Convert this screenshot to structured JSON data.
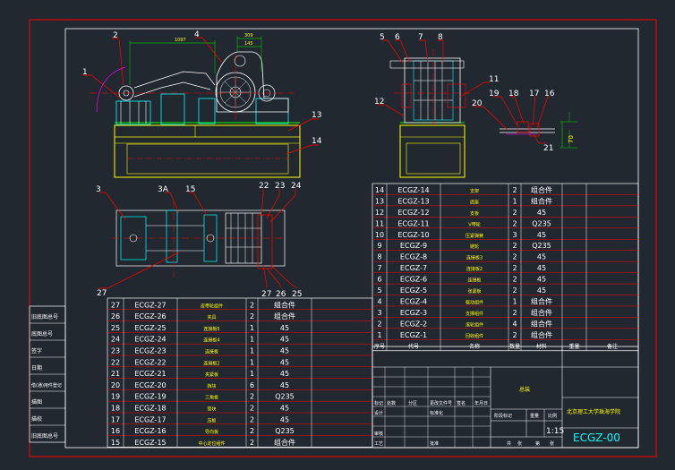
{
  "colors": {
    "background": "#212830",
    "frame": "#ff0000",
    "inner_frame": "#ffffff",
    "part_yellow": "#ffff00",
    "part_cyan": "#00ffff",
    "part_green": "#00ff00",
    "part_magenta": "#ff00ff"
  },
  "dimensions": {
    "d1097": "1097",
    "d309": "309",
    "d145": "145",
    "d70": "70"
  },
  "callouts": {
    "front_view": [
      "1",
      "2",
      "4",
      "13",
      "14"
    ],
    "side_view": [
      "5",
      "6",
      "7",
      "8",
      "11",
      "12"
    ],
    "detail_view": [
      "16",
      "17",
      "18",
      "19",
      "20",
      "21"
    ],
    "top_view": [
      "3",
      "3A",
      "15",
      "22",
      "23",
      "24",
      "25",
      "26",
      "27"
    ]
  },
  "bom_right": [
    {
      "no": "14",
      "code": "ECGZ-14",
      "name": "支架",
      "qty": "2",
      "mat": "组合件"
    },
    {
      "no": "13",
      "code": "ECGZ-13",
      "name": "底座",
      "qty": "1",
      "mat": "组合件"
    },
    {
      "no": "12",
      "code": "ECGZ-12",
      "name": "支板",
      "qty": "2",
      "mat": "45"
    },
    {
      "no": "11",
      "code": "ECGZ-11",
      "name": "V带轮",
      "qty": "2",
      "mat": "Q235"
    },
    {
      "no": "10",
      "code": "ECGZ-10",
      "name": "压紧弹簧",
      "qty": "3",
      "mat": "45"
    },
    {
      "no": "9",
      "code": "ECGZ-9",
      "name": "链轮",
      "qty": "2",
      "mat": "Q235"
    },
    {
      "no": "8",
      "code": "ECGZ-8",
      "name": "连接板3",
      "qty": "2",
      "mat": "45"
    },
    {
      "no": "7",
      "code": "ECGZ-7",
      "name": "连接板2",
      "qty": "2",
      "mat": "45"
    },
    {
      "no": "6",
      "code": "ECGZ-6",
      "name": "连接板",
      "qty": "2",
      "mat": "45"
    },
    {
      "no": "5",
      "code": "ECGZ-5",
      "name": "张紧板",
      "qty": "2",
      "mat": "45"
    },
    {
      "no": "4",
      "code": "ECGZ-4",
      "name": "驱动组件",
      "qty": "1",
      "mat": "组合件"
    },
    {
      "no": "3",
      "code": "ECGZ-3",
      "name": "支撑组件",
      "qty": "2",
      "mat": "组合件"
    },
    {
      "no": "2",
      "code": "ECGZ-2",
      "name": "滚轮组件",
      "qty": "4",
      "mat": "组合件"
    },
    {
      "no": "1",
      "code": "ECGZ-1",
      "name": "回收组件",
      "qty": "2",
      "mat": "组合件"
    }
  ],
  "bom_left": [
    {
      "no": "27",
      "code": "ECGZ-27",
      "name": "皮带轮组件",
      "qty": "2",
      "mat": "组合件"
    },
    {
      "no": "26",
      "code": "ECGZ-26",
      "name": "夹具",
      "qty": "2",
      "mat": "组合件"
    },
    {
      "no": "25",
      "code": "ECGZ-25",
      "name": "连接板5",
      "qty": "1",
      "mat": "45"
    },
    {
      "no": "24",
      "code": "ECGZ-24",
      "name": "连接板4",
      "qty": "1",
      "mat": "45"
    },
    {
      "no": "23",
      "code": "ECGZ-23",
      "name": "连接板",
      "qty": "1",
      "mat": "45"
    },
    {
      "no": "22",
      "code": "ECGZ-22",
      "name": "连接板2",
      "qty": "1",
      "mat": "45"
    },
    {
      "no": "21",
      "code": "ECGZ-21",
      "name": "夹紧板",
      "qty": "1",
      "mat": "45"
    },
    {
      "no": "20",
      "code": "ECGZ-20",
      "name": "挡块",
      "qty": "6",
      "mat": "45"
    },
    {
      "no": "19",
      "code": "ECGZ-19",
      "name": "三角板",
      "qty": "2",
      "mat": "Q235"
    },
    {
      "no": "18",
      "code": "ECGZ-18",
      "name": "垫块",
      "qty": "2",
      "mat": "45"
    },
    {
      "no": "17",
      "code": "ECGZ-17",
      "name": "压板",
      "qty": "2",
      "mat": "45"
    },
    {
      "no": "16",
      "code": "ECGZ-16",
      "name": "导向板",
      "qty": "2",
      "mat": "Q235"
    },
    {
      "no": "15",
      "code": "ECGZ-15",
      "name": "中心定位组件",
      "qty": "2",
      "mat": "组合件"
    }
  ],
  "bom_header": {
    "no": "序号",
    "code": "代号",
    "name": "名称",
    "qty": "数量",
    "mat": "材料",
    "weight": "重量",
    "note": "备注"
  },
  "side_labels": [
    "旧底图总号",
    "底图总号",
    "签字",
    "日期",
    "借(通)用件登记",
    "描图",
    "描校",
    "旧底图总号"
  ],
  "title_block": {
    "center_title": "总装",
    "school": "北京理工大学珠海学院",
    "scale": "1:15",
    "drawing_no": "ECGZ-00",
    "rows": [
      "标记",
      "处数",
      "分区",
      "更改文件号",
      "签名",
      "年月日",
      "设计",
      "标准化",
      "审核",
      "工艺",
      "批准"
    ],
    "stage_labels": [
      "阶段标记",
      "重量",
      "比例"
    ],
    "sheet_labels": [
      "共",
      "张",
      "第",
      "张"
    ]
  }
}
